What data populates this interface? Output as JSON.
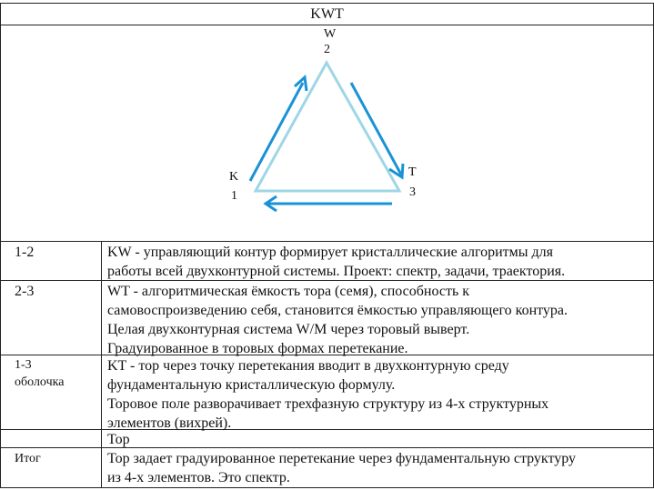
{
  "title": "KWT",
  "diagram": {
    "top_letter": "W",
    "top_number": "2",
    "left_letter": "K",
    "left_number": "1",
    "right_letter": "T",
    "right_number": "3",
    "colors": {
      "triangle": "#9fd6e6",
      "arrows": "#1a93d6"
    }
  },
  "rows": [
    {
      "label": [
        "1-2"
      ],
      "text": [
        "KW - управляющий контур формирует кристаллические алгоритмы для",
        "работы всей двухконтурной системы. Проект: спектр, задачи, траектория."
      ]
    },
    {
      "label": [
        "2-3"
      ],
      "text": [
        "WT - алгоритмическая ёмкость тора (семя), способность к",
        "самовоспроизведению себя, становится ёмкостью управляющего контура.",
        "Целая двухконтурная система W/M через торовый выверт.",
        "Градуированное в торовых формах перетекание."
      ]
    },
    {
      "label": [
        "1-3",
        "оболочка"
      ],
      "text": [
        "KT - тор через точку перетекания вводит в двухконтурную среду",
        "фундаментальную кристаллическую формулу.",
        "Торовое поле разворачивает трехфазную структуру из 4-х структурных",
        "элементов (вихрей)."
      ]
    },
    {
      "label": [
        ""
      ],
      "text": [
        "Тор"
      ]
    },
    {
      "label": [
        "Итог"
      ],
      "text": [
        "Тор задает градуированное перетекание через фундаментальную структуру",
        "из 4-х элементов. Это спектр."
      ]
    }
  ]
}
